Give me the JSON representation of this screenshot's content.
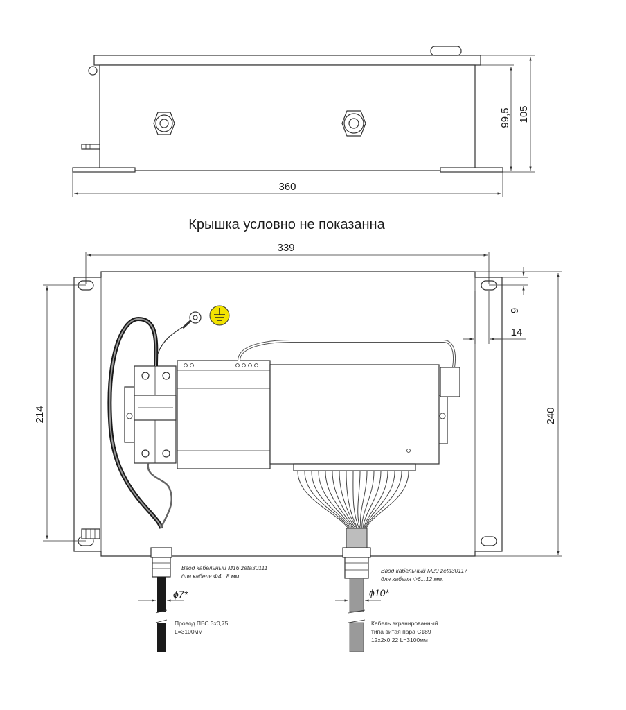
{
  "dimensions": {
    "width_top": "360",
    "height_inner": "99,5",
    "height_outer": "105",
    "width_bottom": "339",
    "height_left": "214",
    "height_right": "240",
    "hole_offset_v": "9",
    "hole_offset_h": "14"
  },
  "caption": "Крышка условно не показанна",
  "left_gland": {
    "label_line1": "Ввод кабельный M16 zeta30111",
    "label_line2": "для кабеля Ф4...8 мм.",
    "diameter": "ϕ7*",
    "cable_line1": "Провод ПВС 3х0,75",
    "cable_line2": "L=3100мм"
  },
  "right_gland": {
    "label_line1": "Ввод кабельный M20 zeta30117",
    "label_line2": "для кабеля Ф6...12 мм.",
    "diameter": "ϕ10*",
    "cable_line1": "Кабель экранированный",
    "cable_line2": "типа витая пара С189",
    "cable_line3": "12х2х0,22 L=3100мм"
  },
  "colors": {
    "line": "#333333",
    "ground_badge": "#f2e300",
    "cable_dark": "#1a1a1a",
    "cable_grey": "#9a9a9a"
  },
  "icons": [
    "ground-icon"
  ]
}
